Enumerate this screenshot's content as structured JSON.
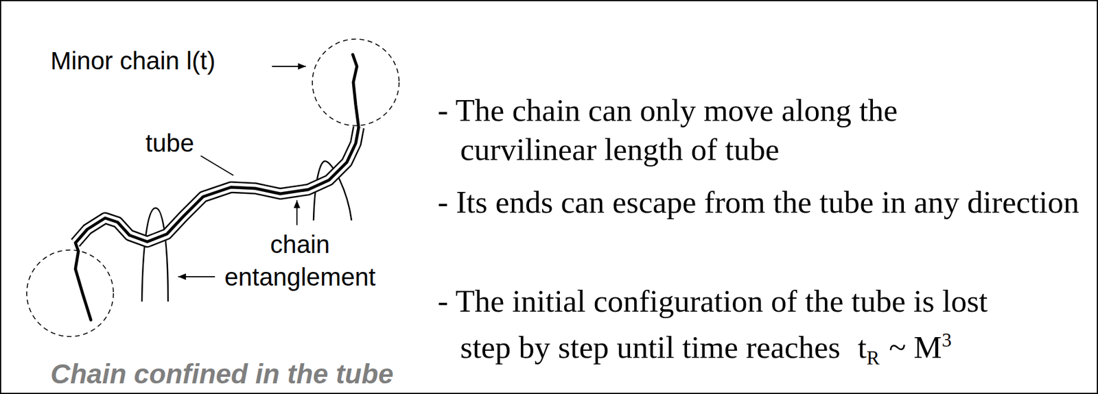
{
  "diagram": {
    "caption": "Chain confined in the tube",
    "labels": [
      "Minor chain l(t)",
      "tube",
      "chain entanglement",
      "- The chain can only move along the curvilinear length of tube",
      "- Its ends can escape from the tube in any direction",
      "- The initial configuration of the tube is lost step by step until time reaches",
      "t",
      "R",
      "~ M",
      "3"
    ]
  }
}
